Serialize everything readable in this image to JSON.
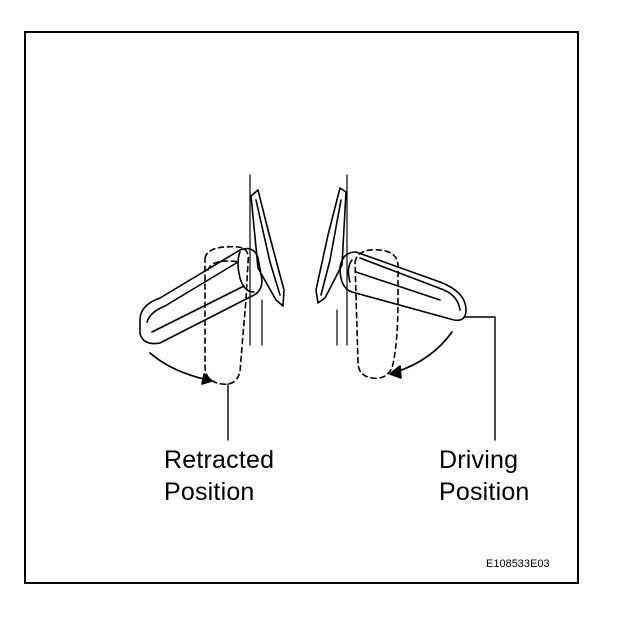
{
  "labels": {
    "retracted_line1": "Retracted",
    "retracted_line2": "Position",
    "driving_line1": "Driving",
    "driving_line2": "Position"
  },
  "figure_code": "E108533E03"
}
